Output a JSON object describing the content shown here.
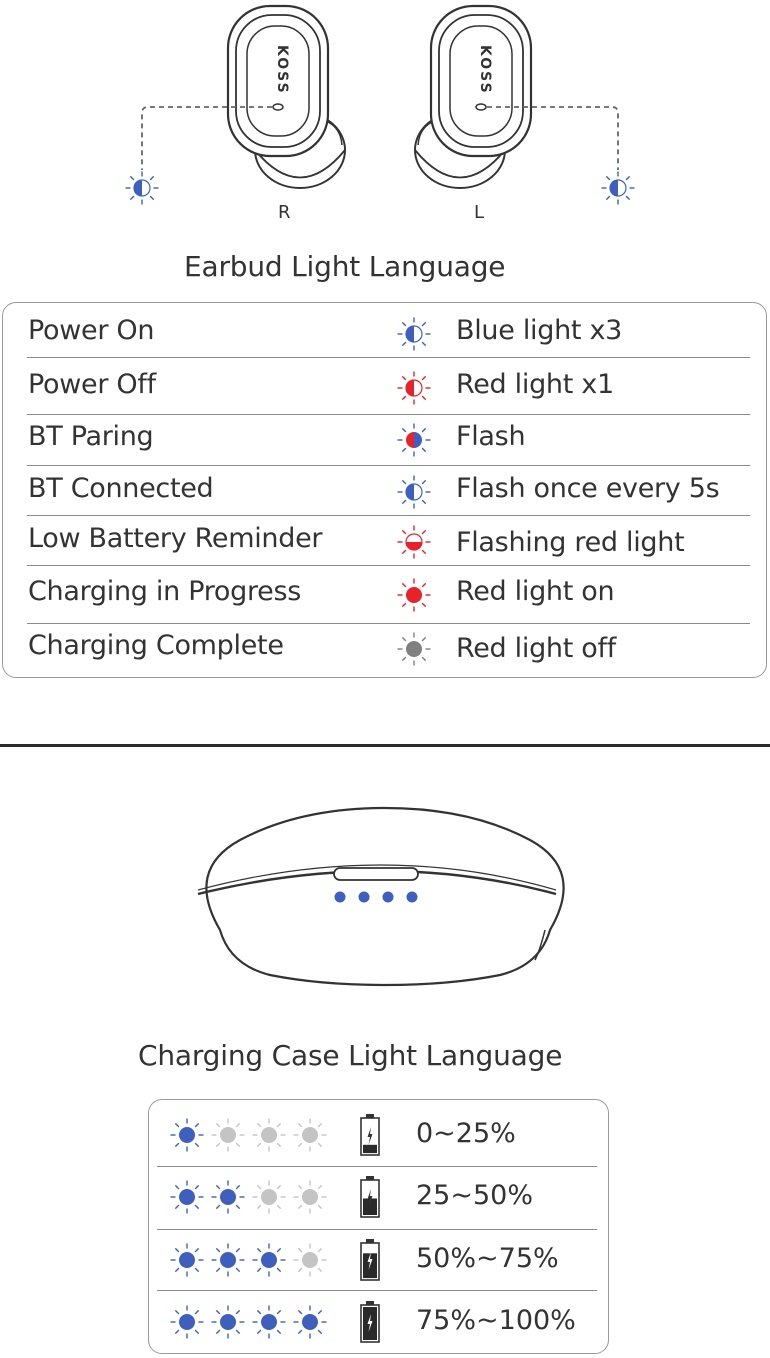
{
  "colors": {
    "blue": "#3f5fbf",
    "red": "#e8212a",
    "gray_off": "#c4c4c4",
    "gray_complete": "#808080",
    "line": "#333333",
    "text": "#333333"
  },
  "earbuds": {
    "brand": "KOSS",
    "right_label": "R",
    "left_label": "L"
  },
  "earbud_section": {
    "title": "Earbud Light Language",
    "rows": [
      {
        "event": "Power On",
        "indicator": "blue-half-light-icon",
        "description": "Blue light x3"
      },
      {
        "event": "Power Off",
        "indicator": "red-half-light-icon",
        "description": "Red light x1"
      },
      {
        "event": "BT Paring",
        "indicator": "red-blue-flash-icon",
        "description": "Flash"
      },
      {
        "event": "BT Connected",
        "indicator": "blue-half-light-icon",
        "description": "Flash once every 5s"
      },
      {
        "event": "Low Battery Reminder",
        "indicator": "red-bottom-half-light-icon",
        "description": "Flashing red light"
      },
      {
        "event": "Charging in Progress",
        "indicator": "red-full-light-icon",
        "description": "Red light on"
      },
      {
        "event": "Charging Complete",
        "indicator": "gray-full-light-icon",
        "description": "Red light off"
      }
    ]
  },
  "case_section": {
    "title": "Charging Case Light Language",
    "rows": [
      {
        "lit_leds": 1,
        "battery_level": 0.25,
        "range": "0~25%"
      },
      {
        "lit_leds": 2,
        "battery_level": 0.5,
        "range": "25~50%"
      },
      {
        "lit_leds": 3,
        "battery_level": 0.75,
        "range": "50%~75%"
      },
      {
        "lit_leds": 4,
        "battery_level": 1.0,
        "range": "75%~100%"
      }
    ]
  }
}
